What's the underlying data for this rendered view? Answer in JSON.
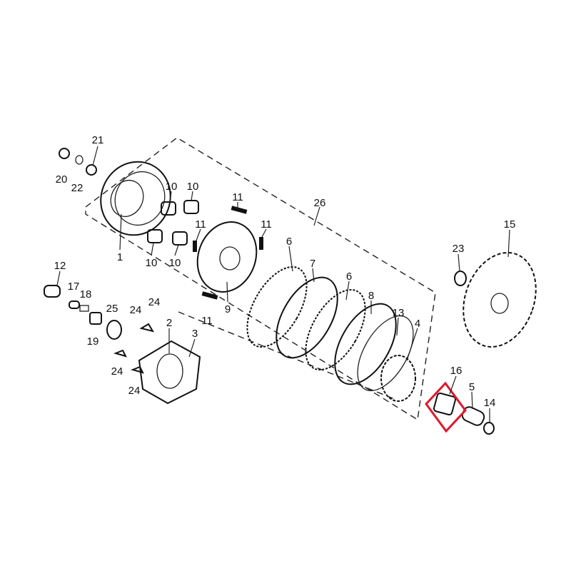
{
  "diagram": {
    "labels": [
      "21",
      "20",
      "22",
      "10",
      "10",
      "11",
      "26",
      "11",
      "11",
      "1",
      "10",
      "10",
      "6",
      "7",
      "23",
      "15",
      "12",
      "17",
      "18",
      "6",
      "8",
      "9",
      "13",
      "24",
      "25",
      "24",
      "2",
      "3",
      "4",
      "11",
      "19",
      "24",
      "24",
      "16",
      "5",
      "14"
    ],
    "highlight": {
      "part": "16",
      "color": "#e0182c"
    }
  }
}
